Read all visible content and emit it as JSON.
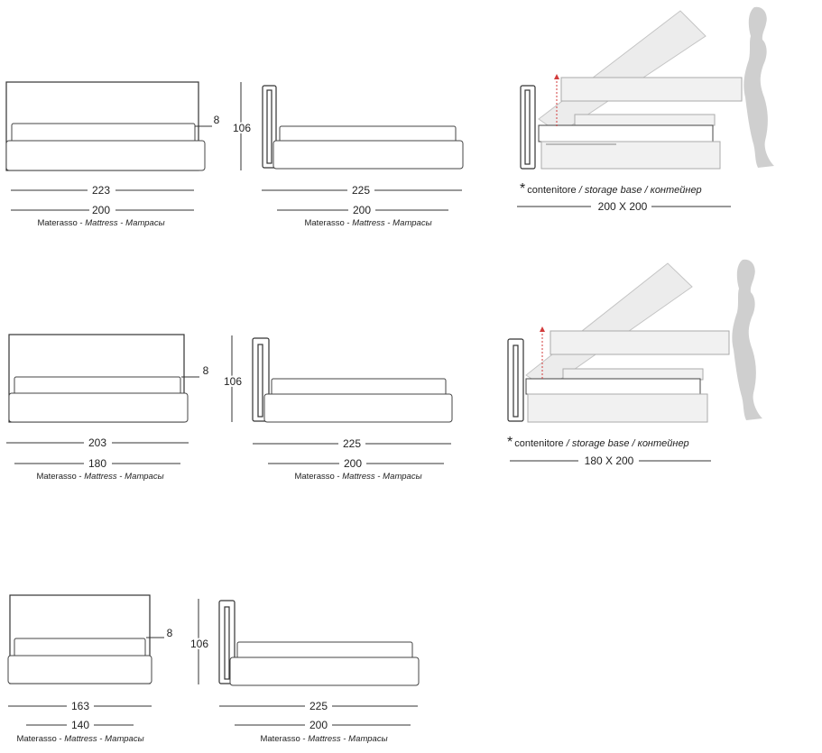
{
  "rows": [
    {
      "front": {
        "total_width": "223",
        "mattress_width": "200",
        "thickness": "8"
      },
      "side": {
        "height": "106",
        "length": "225",
        "mattress_length": "200"
      },
      "storage": {
        "size": "200 X 200"
      }
    },
    {
      "front": {
        "total_width": "203",
        "mattress_width": "180",
        "thickness": "8"
      },
      "side": {
        "height": "106",
        "length": "225",
        "mattress_length": "200"
      },
      "storage": {
        "size": "180 X 200"
      }
    },
    {
      "front": {
        "total_width": "163",
        "mattress_width": "140",
        "thickness": "8"
      },
      "side": {
        "height": "106",
        "length": "225",
        "mattress_length": "200"
      }
    }
  ],
  "mattress_caption": {
    "it": "Materasso",
    "sep": " - ",
    "en": "Mattress",
    "ru": "Матрасы"
  },
  "storage_caption": {
    "asterisk": "*",
    "it": "contenitore",
    "sep": " / ",
    "en": "storage base",
    "ru": "контейнер"
  },
  "colors": {
    "line": "#333333",
    "silhouette": "#cfcfcf",
    "arrow": "#d23b3b"
  }
}
